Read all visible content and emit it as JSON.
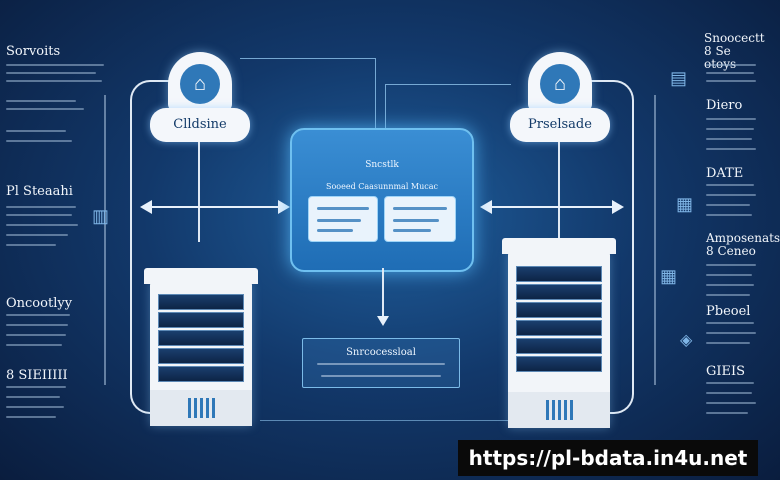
{
  "left_panel": {
    "headings": [
      "Sorvoits",
      "Pl Steaahi",
      "Oncootlyy",
      "8 SIEIIIII"
    ]
  },
  "right_panel": {
    "headings": [
      "Snoocectt 8 Se otoys",
      "Diero",
      "DATE",
      "Amposenats 8 Ceneo",
      "Pbeoel",
      "GIEIS"
    ]
  },
  "left_node": {
    "label": "Clldsine",
    "icon": "building-icon"
  },
  "right_node": {
    "label": "Prselsade",
    "icon": "house-icon"
  },
  "center_panel": {
    "title": "Sncstlk",
    "subtitle": "Sooeed Caasunnmal Mucac"
  },
  "info_box": {
    "title": "Snrcocessloal"
  },
  "watermark": {
    "text": "https://pl-bdata.in4u.net"
  },
  "colors": {
    "accent": "#2f78b8",
    "glow": "#6fc0f0",
    "background": "#12386a"
  }
}
